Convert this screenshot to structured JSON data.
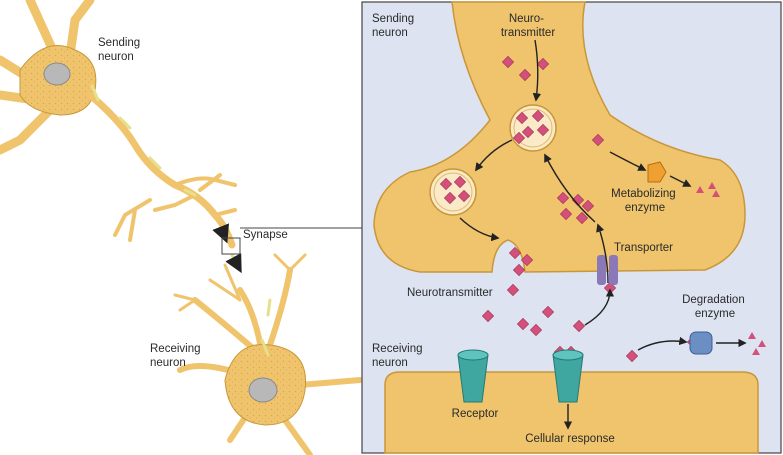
{
  "left_panel": {
    "sending_neuron_label": [
      "Sending",
      "neuron"
    ],
    "synapse_label": "Synapse",
    "receiving_neuron_label": [
      "Receiving",
      "neuron"
    ]
  },
  "inset": {
    "sending_neuron_label": [
      "Sending",
      "neuron"
    ],
    "neurotransmitter_top_label": [
      "Neuro-",
      "transmitter"
    ],
    "metabolizing_enzyme_label": [
      "Metabolizing",
      "enzyme"
    ],
    "transporter_label": "Transporter",
    "neurotransmitter_cleft_label": "Neurotransmitter",
    "degradation_enzyme_label": [
      "Degradation",
      "enzyme"
    ],
    "receiving_neuron_label": [
      "Receiving",
      "neuron"
    ],
    "receptor_label": "Receptor",
    "cellular_response_label": "Cellular response"
  },
  "colors": {
    "neuron_fill": "#f0c46c",
    "neuron_stroke": "#c9973a",
    "inset_background": "#dde3f0",
    "neurotransmitter": "#d4507a",
    "receptor": "#3fa6a0",
    "transporter": "#8a78b8",
    "metabolizing_enzyme": "#f0a030",
    "degradation_enzyme": "#6b8fc4"
  }
}
